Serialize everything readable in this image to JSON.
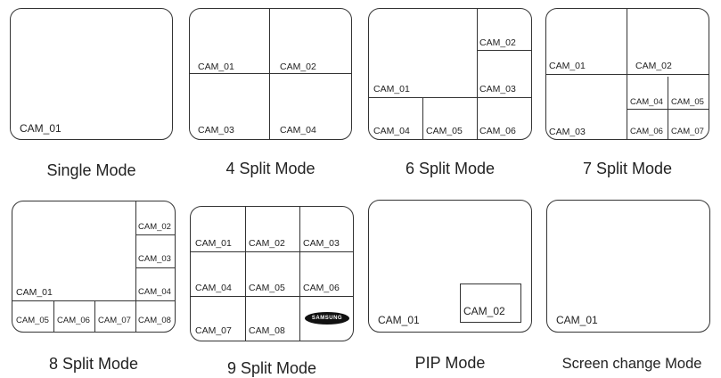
{
  "cams": {
    "c01": "CAM_01",
    "c02": "CAM_02",
    "c03": "CAM_03",
    "c04": "CAM_04",
    "c05": "CAM_05",
    "c06": "CAM_06",
    "c07": "CAM_07",
    "c08": "CAM_08"
  },
  "modes": {
    "single": "Single Mode",
    "split4": "4 Split Mode",
    "split6": "6 Split Mode",
    "split7": "7 Split Mode",
    "split8": "8 Split Mode",
    "split9": "9 Split Mode",
    "pip": "PIP Mode",
    "screen_change": "Screen change Mode"
  },
  "logo_text": "SAMSUNG"
}
